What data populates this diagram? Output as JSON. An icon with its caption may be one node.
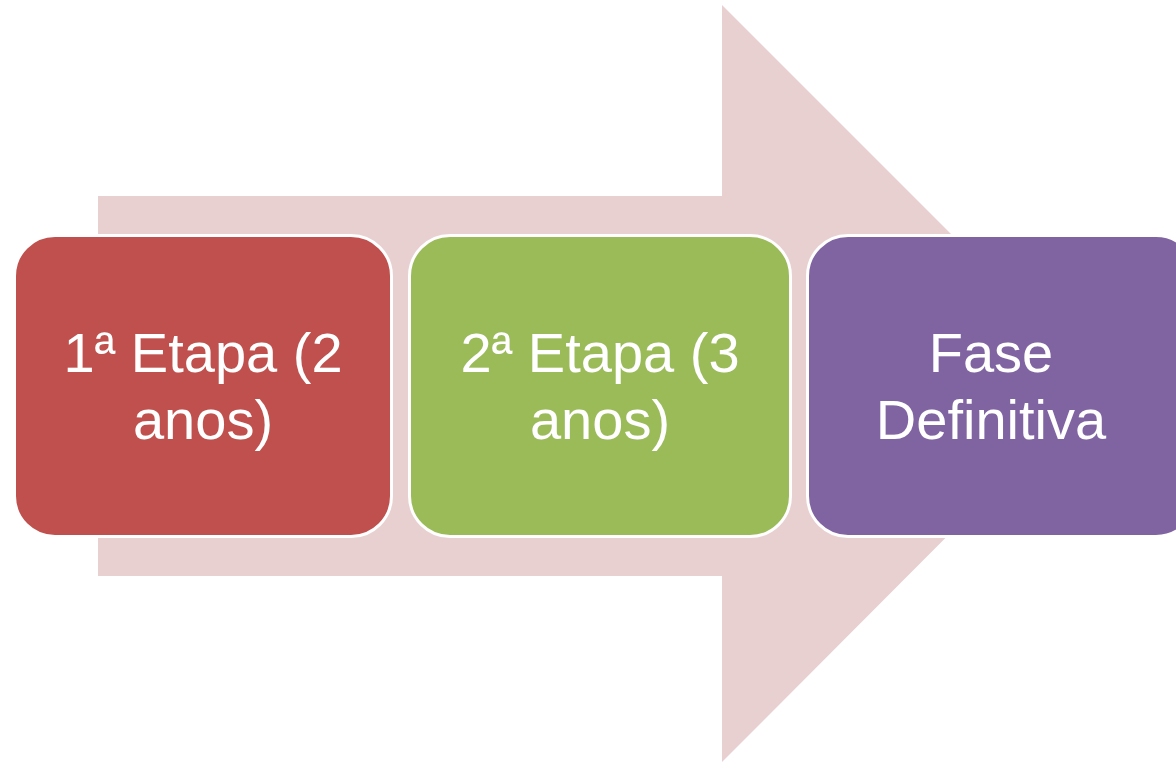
{
  "diagram": {
    "nodes": [
      {
        "text": [
          "1ª Etapa (2 anos)"
        ]
      },
      {
        "text": [
          "2ª Etapa (3 anos)"
        ]
      },
      {
        "text": [
          "Fase Definitiva"
        ]
      }
    ],
    "edges": [
      {
        "from": 0,
        "to": 2,
        "arrow": "to"
      }
    ]
  }
}
